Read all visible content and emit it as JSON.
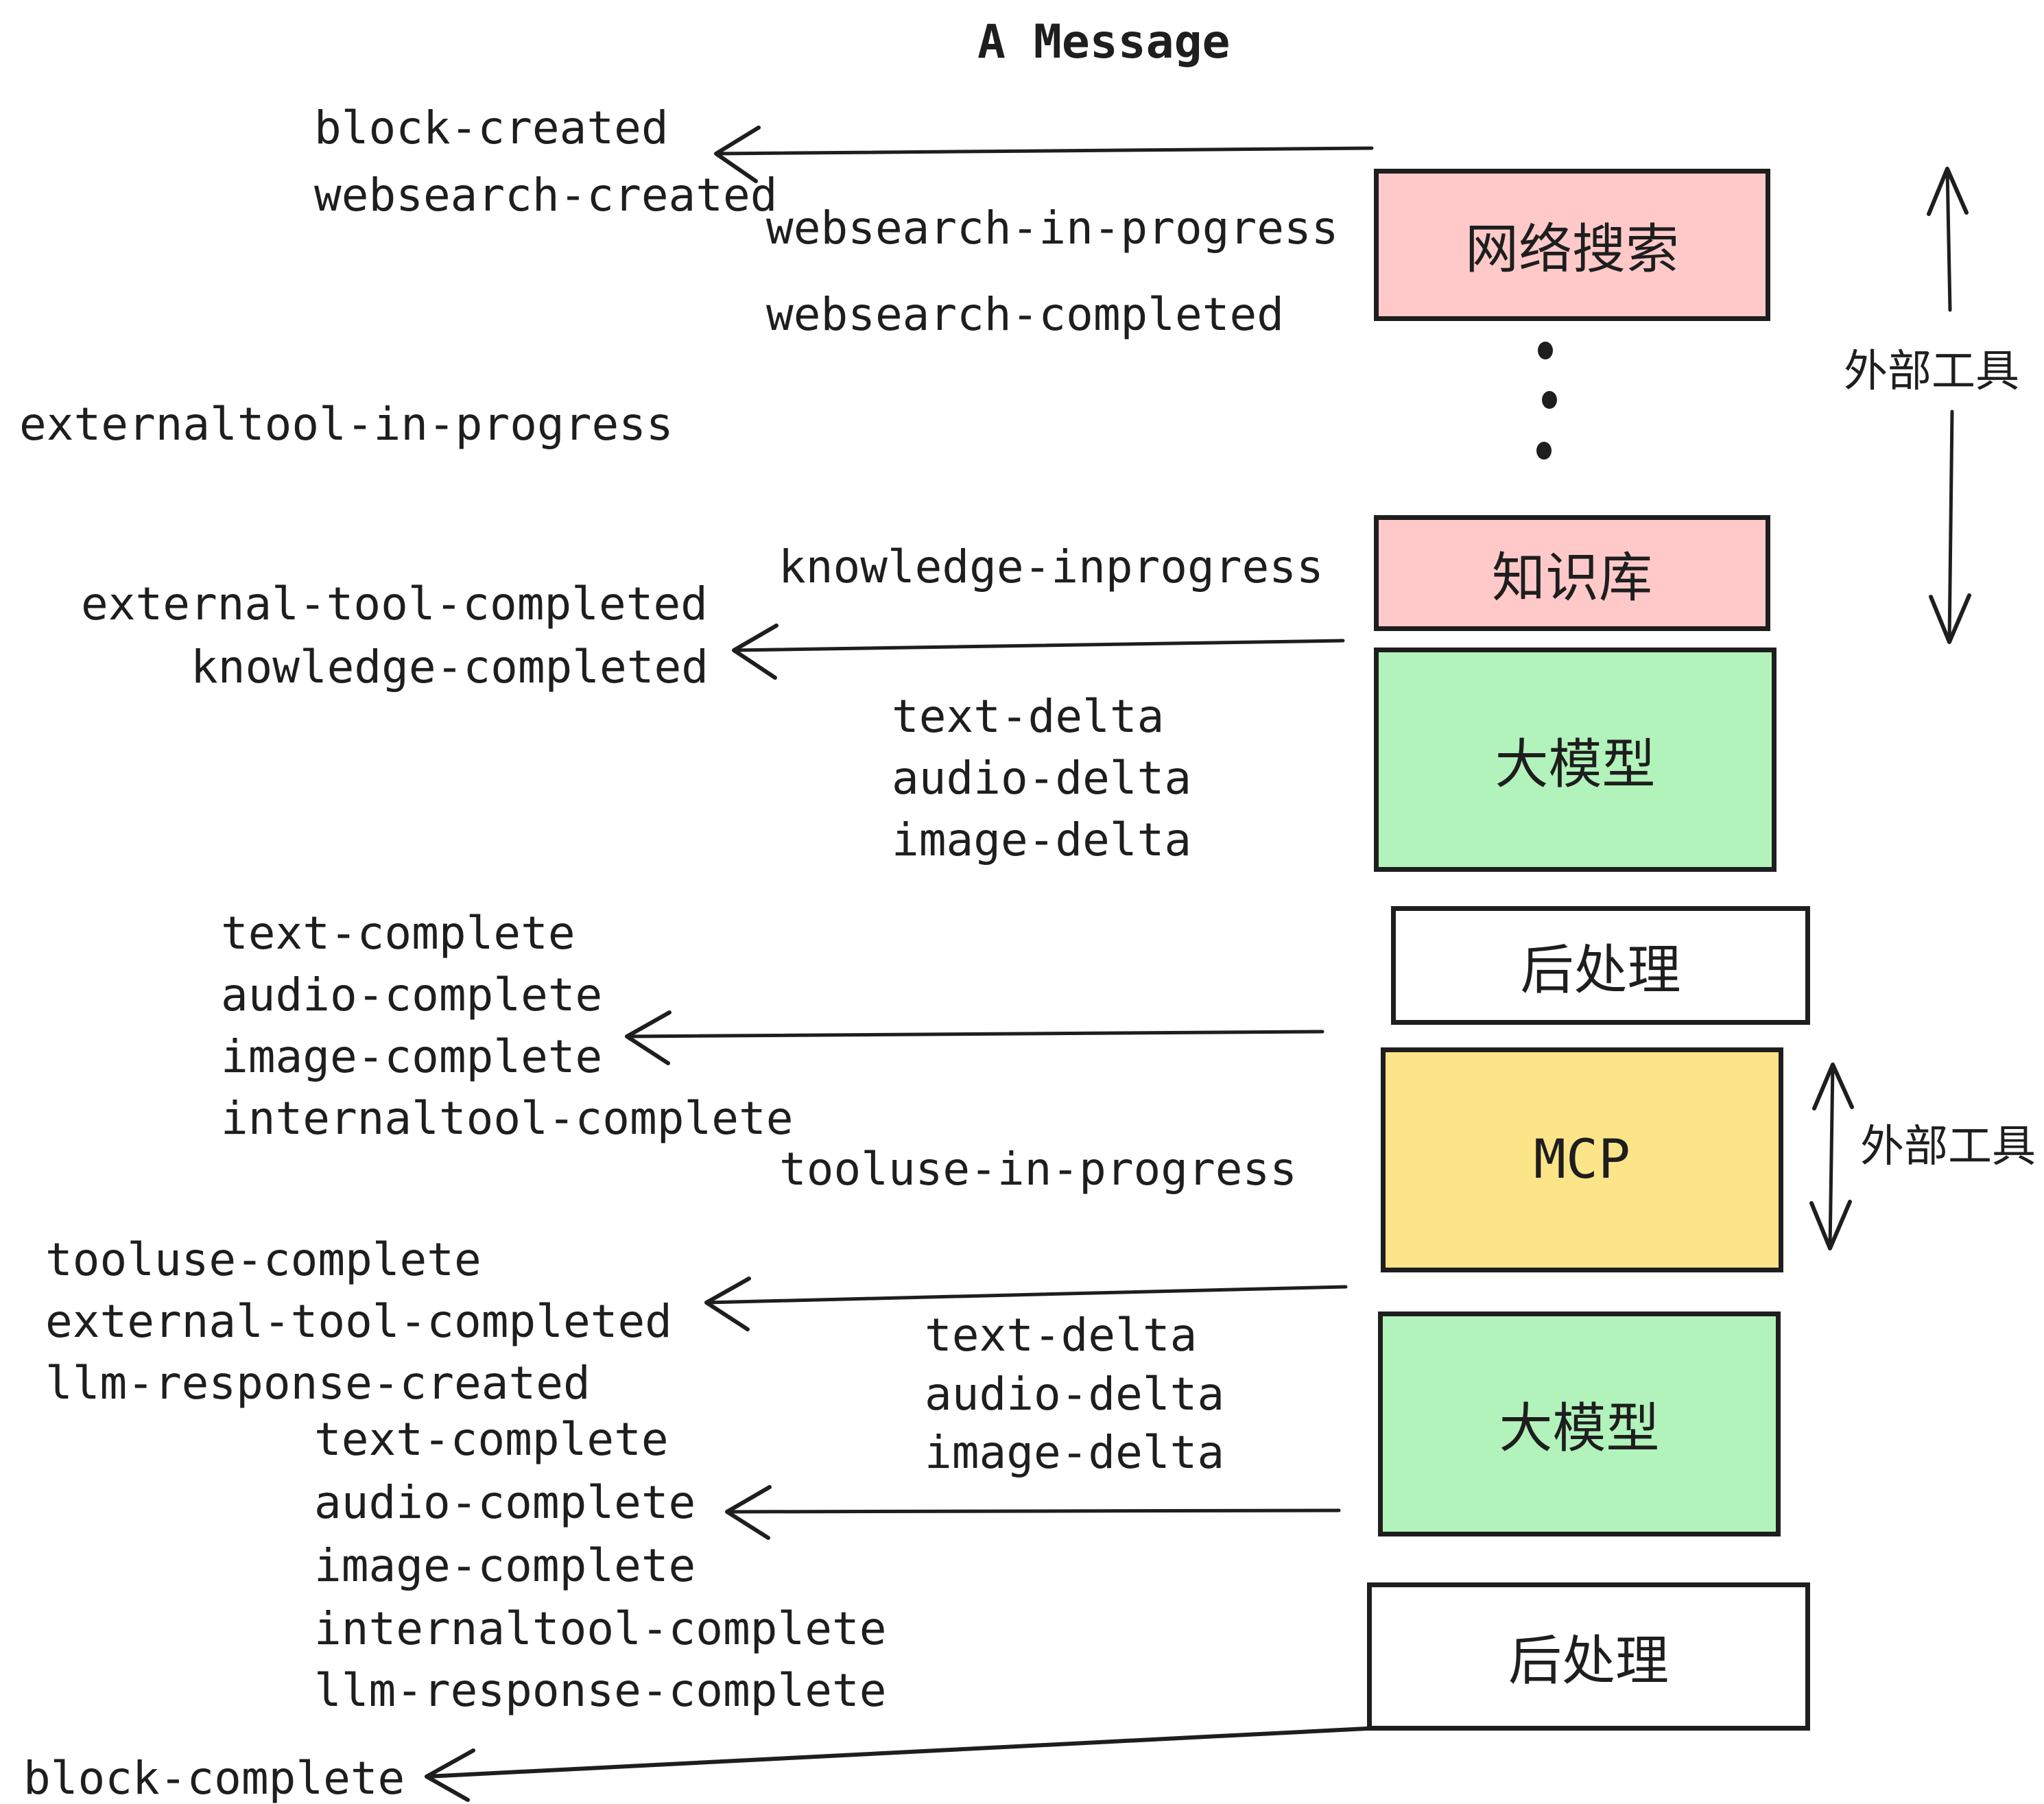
{
  "title": "A Message",
  "colors": {
    "ink": "#1e1e1e",
    "pink_fill": "#ffc9c9",
    "green_fill": "#b2f2bb",
    "yellow_fill": "#fce588",
    "white_fill": "#ffffff"
  },
  "labels": {
    "block_created": "block-created",
    "websearch_created": "websearch-created",
    "websearch_in_progress": "websearch-in-progress",
    "websearch_completed": "websearch-completed",
    "externaltool_in_progress": "externaltool-in-progress",
    "knowledge_inprogress": "knowledge-inprogress",
    "external_tool_completed_1": "external-tool-completed",
    "knowledge_completed": "knowledge-completed",
    "text_delta_1": "text-delta",
    "audio_delta_1": "audio-delta",
    "image_delta_1": "image-delta",
    "text_complete_1": "text-complete",
    "audio_complete_1": "audio-complete",
    "image_complete_1": "image-complete",
    "internaltool_complete_1": "internaltool-complete",
    "tooluse_in_progress": "tooluse-in-progress",
    "tooluse_complete": "tooluse-complete",
    "external_tool_completed_2": "external-tool-completed",
    "llm_response_created": "llm-response-created",
    "text_delta_2": "text-delta",
    "audio_delta_2": "audio-delta",
    "image_delta_2": "image-delta",
    "text_complete_2": "text-complete",
    "audio_complete_2": "audio-complete",
    "image_complete_2": "image-complete",
    "internaltool_complete_2": "internaltool-complete",
    "llm_response_complete": "llm-response-complete",
    "block_complete": "block-complete"
  },
  "boxes": [
    {
      "id": "websearch",
      "label": "网络搜索",
      "color": "#ffc9c9"
    },
    {
      "id": "knowledge",
      "label": "知识库",
      "color": "#ffc9c9"
    },
    {
      "id": "llm-1",
      "label": "大模型",
      "color": "#b2f2bb"
    },
    {
      "id": "postprocess-1",
      "label": "后处理",
      "color": "#ffffff"
    },
    {
      "id": "mcp",
      "label": "MCP",
      "color": "#fce588"
    },
    {
      "id": "llm-2",
      "label": "大模型",
      "color": "#b2f2bb"
    },
    {
      "id": "postprocess-2",
      "label": "后处理",
      "color": "#ffffff"
    }
  ],
  "side_labels": {
    "external_tools_1": "外部工具",
    "external_tools_2": "外部工具"
  }
}
